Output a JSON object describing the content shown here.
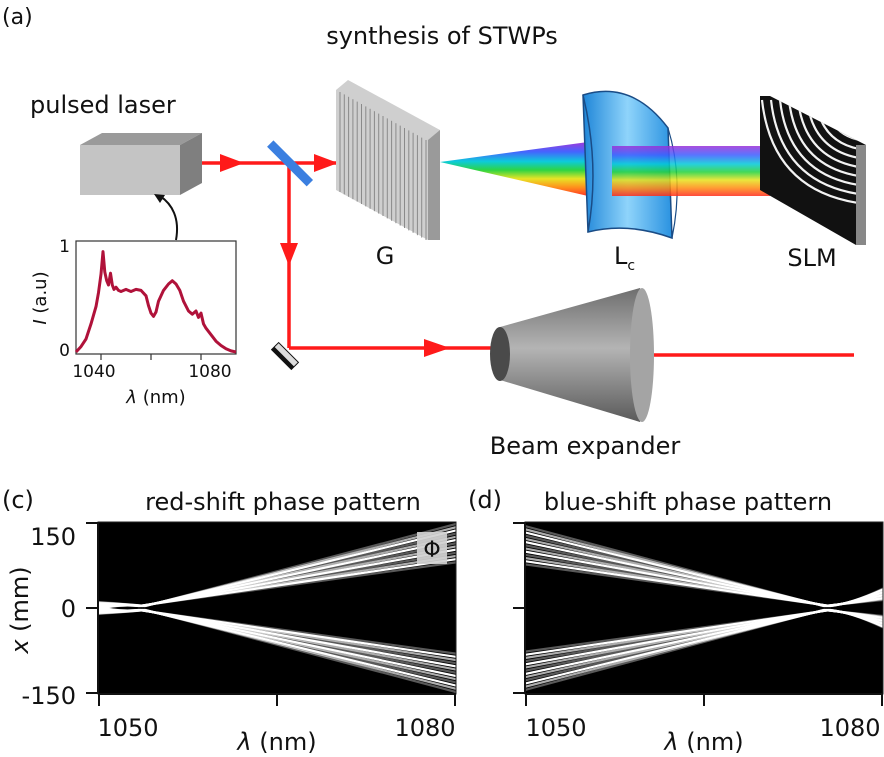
{
  "panel_a": {
    "label": "(a)",
    "title": "synthesis of STWPs",
    "laser_label": "pulsed laser",
    "grating_label": "G",
    "lens_label": "L",
    "lens_subscript": "c",
    "slm_label": "SLM",
    "expander_label": "Beam expander",
    "colors": {
      "beam": "#ff1a1a",
      "inset_curve": "#b0123a",
      "mirror": "#3b7fe0",
      "lens": "#3fa7ee"
    }
  },
  "inset": {
    "y_label": "I",
    "y_unit": "(a.u)",
    "y_ticks": [
      "0",
      "1"
    ],
    "x_ticks": [
      "1040",
      "1080"
    ],
    "x_label_symbol": "λ",
    "x_label_unit": "(nm)",
    "chart_data": {
      "type": "line",
      "xlim": [
        1030,
        1094
      ],
      "ylim": [
        0,
        1
      ],
      "x": [
        1030,
        1032,
        1034,
        1036,
        1038,
        1039,
        1040,
        1040.8,
        1041.5,
        1042.3,
        1043,
        1043.8,
        1044.5,
        1045.2,
        1046,
        1047,
        1048,
        1050,
        1052,
        1054,
        1056,
        1058,
        1059,
        1060,
        1061,
        1062,
        1063,
        1065,
        1067,
        1068.5,
        1070,
        1071.5,
        1073,
        1075,
        1076.5,
        1078,
        1079,
        1080,
        1081,
        1082,
        1084,
        1086,
        1088,
        1090,
        1092,
        1094
      ],
      "y": [
        0.0,
        0.05,
        0.12,
        0.26,
        0.42,
        0.55,
        0.72,
        0.93,
        0.74,
        0.66,
        0.62,
        0.73,
        0.62,
        0.58,
        0.6,
        0.57,
        0.56,
        0.58,
        0.56,
        0.58,
        0.57,
        0.52,
        0.43,
        0.36,
        0.33,
        0.37,
        0.47,
        0.57,
        0.63,
        0.66,
        0.63,
        0.57,
        0.47,
        0.38,
        0.35,
        0.38,
        0.32,
        0.36,
        0.26,
        0.22,
        0.16,
        0.1,
        0.06,
        0.03,
        0.01,
        0.0
      ]
    }
  },
  "panel_c": {
    "label": "(c)",
    "title": "red-shift phase pattern",
    "y_label_symbol": "x",
    "y_label_unit": "(mm)",
    "y_ticks": [
      "150",
      "0",
      "-150"
    ],
    "x_ticks": [
      "1050",
      "1080"
    ],
    "x_label_symbol": "λ",
    "x_label_unit": "(nm)",
    "phi_label": "Φ"
  },
  "panel_d": {
    "label": "(d)",
    "title": "blue-shift phase pattern",
    "x_ticks": [
      "1050",
      "1080"
    ],
    "x_label_symbol": "λ",
    "x_label_unit": "(nm)"
  }
}
